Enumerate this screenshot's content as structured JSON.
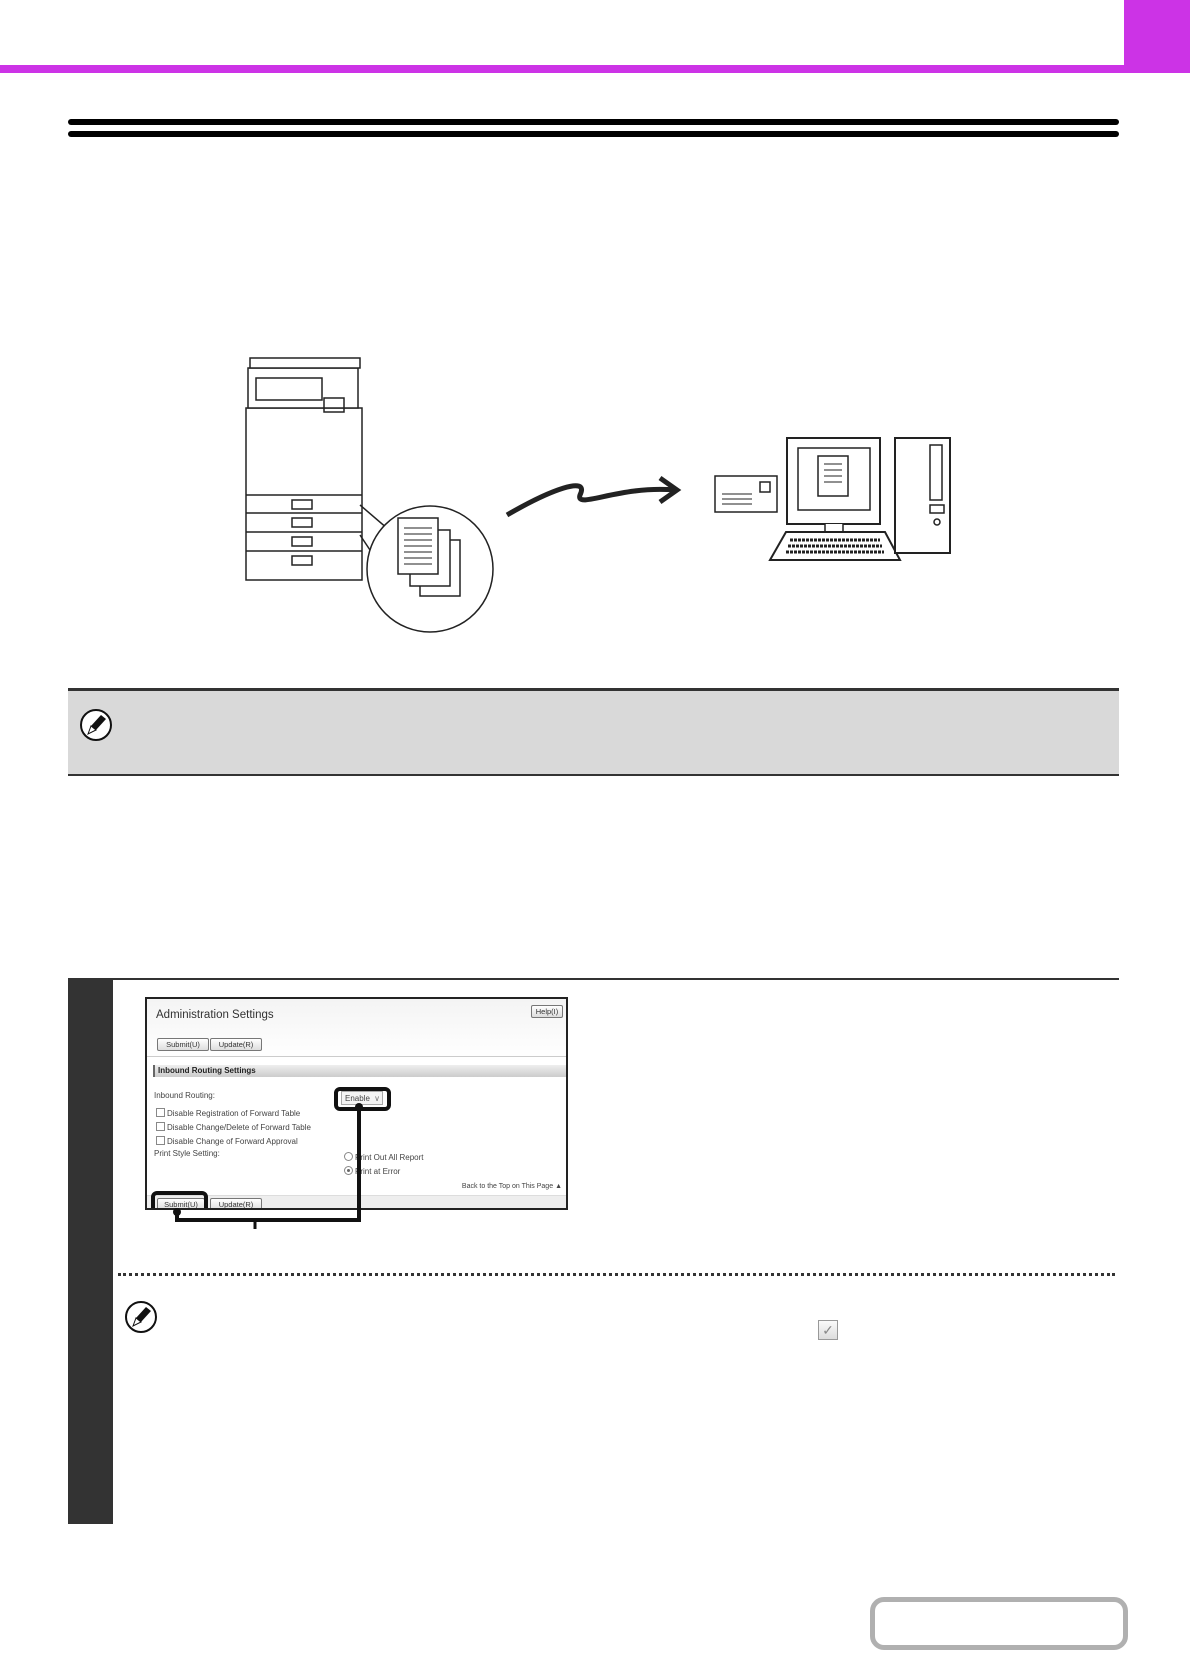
{
  "colors": {
    "accent": "#cc33e6",
    "note_bg": "#d9d9d9",
    "step_bar": "#333333"
  },
  "icons": {
    "note": "pencil-icon",
    "check": "checkbox-checked-icon",
    "dropdown": "chevron-down-icon",
    "top": "triangle-up-icon"
  },
  "admin_screen": {
    "title": "Administration Settings",
    "help_button": "Help(I)",
    "submit_button": "Submit(U)",
    "update_button": "Update(R)",
    "section_header": "Inbound Routing Settings",
    "inbound_routing_label": "Inbound Routing:",
    "inbound_routing_value": "Enable",
    "checkboxes": [
      "Disable Registration of Forward Table",
      "Disable Change/Delete of Forward Table",
      "Disable Change of Forward Approval"
    ],
    "print_style_label": "Print Style Setting:",
    "print_style_options": [
      "Print Out All Report",
      "Print at Error"
    ],
    "back_to_top": "Back to the Top on This Page",
    "bottom_submit_button": "Submit(U)",
    "bottom_update_button": "Update(R)"
  }
}
